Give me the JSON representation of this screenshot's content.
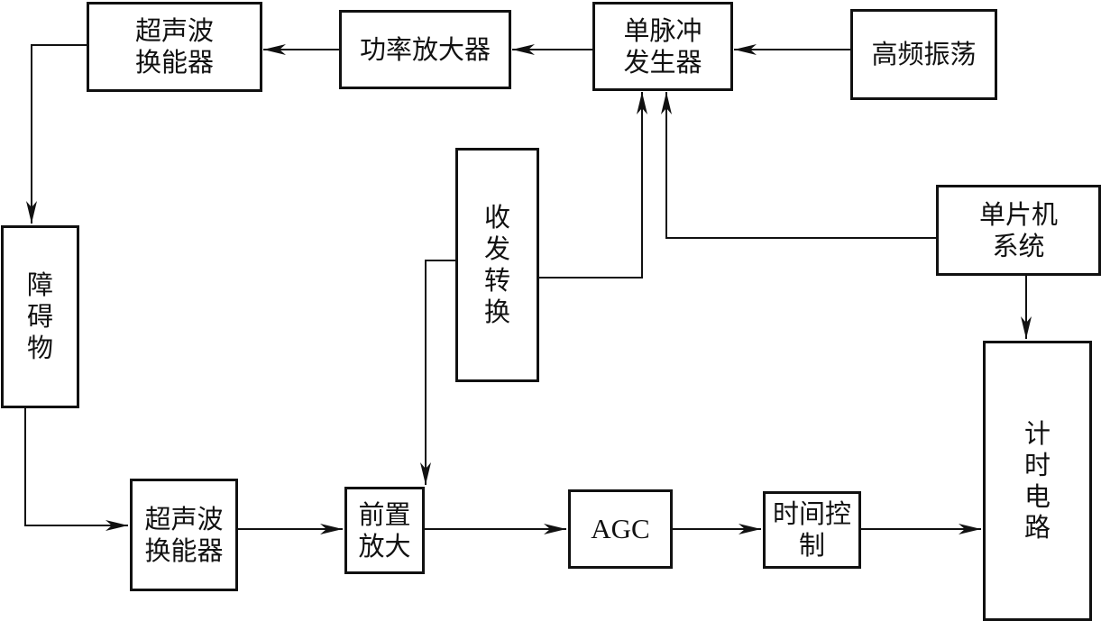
{
  "diagram": {
    "type": "block-diagram",
    "blocks": {
      "transducer_tx": {
        "lines": [
          "超声波",
          "换能器"
        ]
      },
      "power_amp": {
        "lines": [
          "功率放大器"
        ]
      },
      "pulse_gen": {
        "lines": [
          "单脉冲",
          "发生器"
        ]
      },
      "hf_osc": {
        "lines": [
          "高频振荡"
        ]
      },
      "obstacle": {
        "chars": [
          "障",
          "碍",
          "物"
        ]
      },
      "trx_switch": {
        "chars": [
          "收",
          "发",
          "转",
          "换"
        ]
      },
      "mcu": {
        "lines": [
          "单片机",
          "系统"
        ]
      },
      "timer": {
        "chars": [
          "计",
          "时",
          "电",
          "路"
        ]
      },
      "transducer_rx": {
        "lines": [
          "超声波",
          "换能器"
        ]
      },
      "preamp": {
        "lines": [
          "前置放大"
        ]
      },
      "agc": {
        "lines": [
          "AGC"
        ]
      },
      "time_ctrl": {
        "lines": [
          "时间控制"
        ]
      }
    },
    "connections": [
      {
        "from": "hf_osc",
        "to": "pulse_gen"
      },
      {
        "from": "pulse_gen",
        "to": "power_amp"
      },
      {
        "from": "power_amp",
        "to": "transducer_tx"
      },
      {
        "from": "transducer_tx",
        "to": "obstacle"
      },
      {
        "from": "obstacle",
        "to": "transducer_rx"
      },
      {
        "from": "transducer_rx",
        "to": "preamp"
      },
      {
        "from": "preamp",
        "to": "agc"
      },
      {
        "from": "agc",
        "to": "time_ctrl"
      },
      {
        "from": "time_ctrl",
        "to": "timer"
      },
      {
        "from": "mcu",
        "to": "timer"
      },
      {
        "from": "mcu",
        "to": "pulse_gen"
      },
      {
        "from": "trx_switch",
        "to": "pulse_gen"
      },
      {
        "from": "trx_switch",
        "to": "preamp"
      }
    ]
  }
}
